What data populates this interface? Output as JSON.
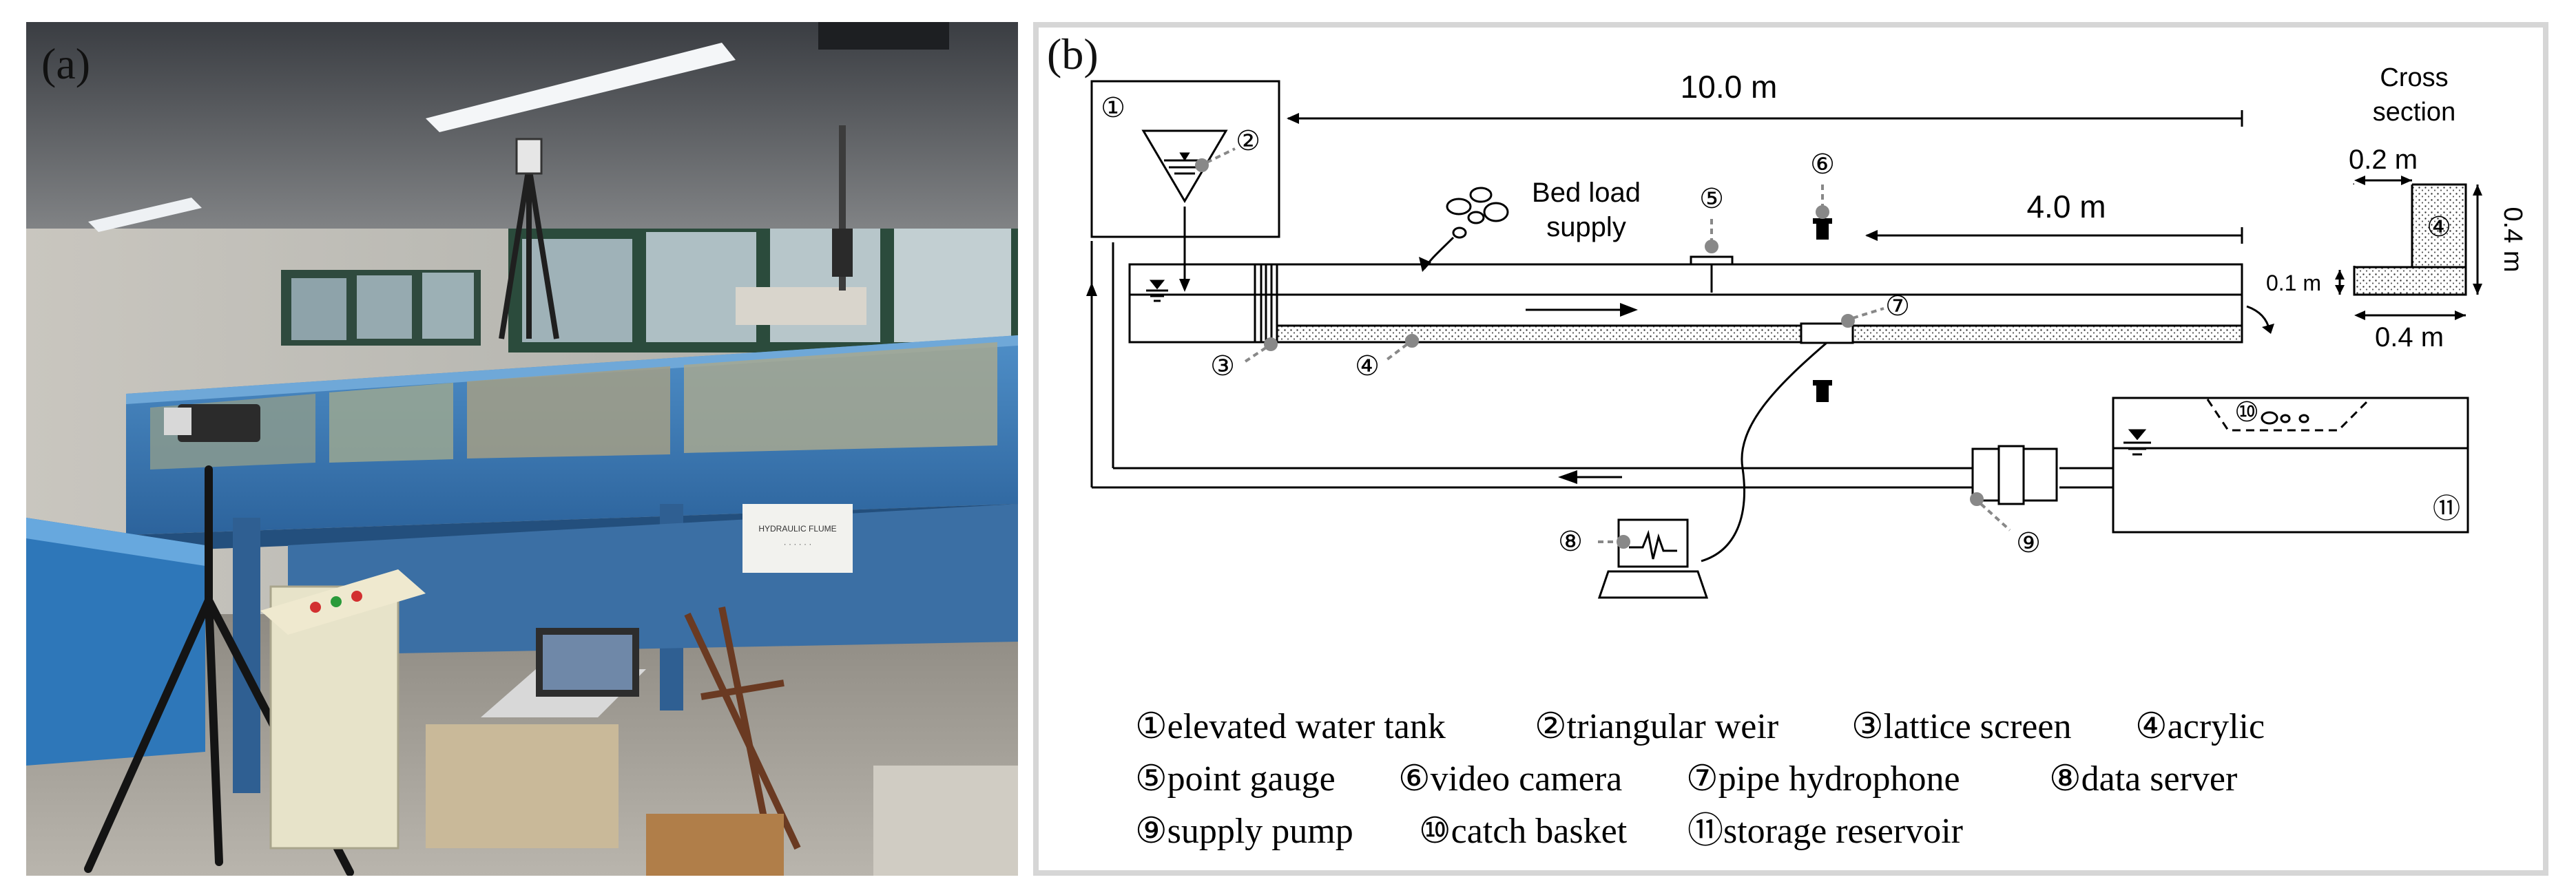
{
  "panel_a": {
    "label": "(a)",
    "sign_text_1": "HYDRAULIC FLUME",
    "sign_text_2": "· · · · · ·"
  },
  "panel_b": {
    "label": "(b)",
    "marker_1": "①",
    "marker_2": "②",
    "marker_3": "③",
    "marker_4": "④",
    "marker_5": "⑤",
    "marker_6": "⑥",
    "marker_7": "⑦",
    "marker_8": "⑧",
    "marker_9": "⑨",
    "marker_10": "⑩",
    "marker_11": "⑪",
    "dim_flume_length": "10.0 m",
    "dim_downstream": "4.0 m",
    "bed_load_line1": "Bed load",
    "bed_load_line2": "supply",
    "cross_section_line1": "Cross",
    "cross_section_line2": "section",
    "dim_width_top": "0.2 m",
    "dim_height": "0.4 m",
    "dim_width_bottom": "0.4 m",
    "dim_bed": "0.1 m",
    "legend": [
      [
        "①elevated water tank",
        "②triangular weir",
        "③lattice screen",
        "④acrylic"
      ],
      [
        "⑤point gauge",
        "⑥video camera",
        "⑦pipe hydrophone",
        "⑧data server"
      ],
      [
        "⑨supply pump",
        "⑩catch basket",
        "⑪storage reservoir"
      ]
    ]
  }
}
